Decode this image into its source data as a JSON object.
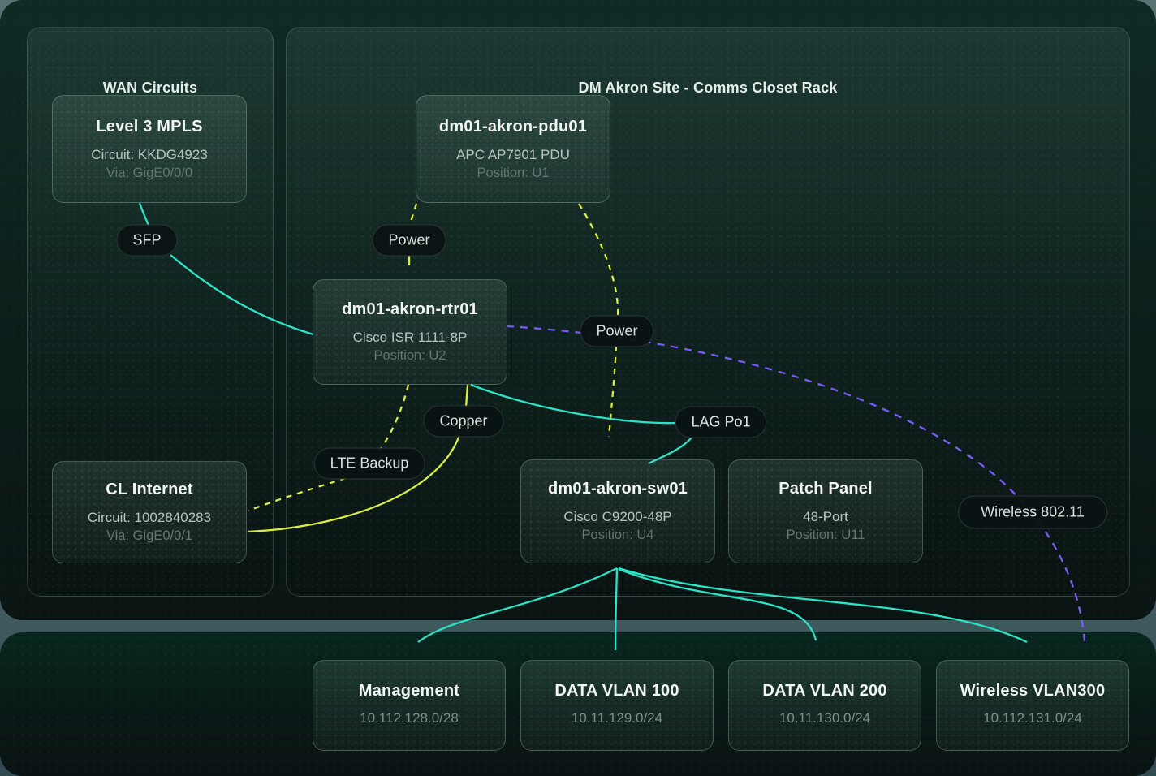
{
  "colors": {
    "teal": "#2be3c6",
    "yellow": "#d9ee3e",
    "purple": "#7b5bf6"
  },
  "panels": {
    "wan": {
      "title": "WAN Circuits"
    },
    "rack": {
      "title": "DM Akron Site - Comms Closet Rack"
    }
  },
  "nodes": {
    "mpls": {
      "title": "Level 3 MPLS",
      "detail": "Circuit: KKDG4923",
      "meta": "Via: GigE0/0/0"
    },
    "pdu": {
      "title": "dm01-akron-pdu01",
      "detail": "APC AP7901 PDU",
      "meta": "Position: U1"
    },
    "rtr": {
      "title": "dm01-akron-rtr01",
      "detail": "Cisco ISR 1111-8P",
      "meta": "Position: U2"
    },
    "cl": {
      "title": "CL Internet",
      "detail": "Circuit: 1002840283",
      "meta": "Via: GigE0/0/1"
    },
    "sw": {
      "title": "dm01-akron-sw01",
      "detail": "Cisco C9200-48P",
      "meta": "Position: U4"
    },
    "patch": {
      "title": "Patch Panel",
      "detail": "48-Port",
      "meta": "Position: U11"
    }
  },
  "edge_labels": {
    "sfp": "SFP",
    "power_rtr": "Power",
    "power_sw": "Power",
    "copper": "Copper",
    "lte": "LTE Backup",
    "lag": "LAG Po1",
    "wireless": "Wireless 802.11"
  },
  "vlans": [
    {
      "title": "Management",
      "subnet": "10.112.128.0/28"
    },
    {
      "title": "DATA VLAN 100",
      "subnet": "10.11.129.0/24"
    },
    {
      "title": "DATA VLAN 200",
      "subnet": "10.11.130.0/24"
    },
    {
      "title": "Wireless VLAN300",
      "subnet": "10.112.131.0/24"
    }
  ]
}
